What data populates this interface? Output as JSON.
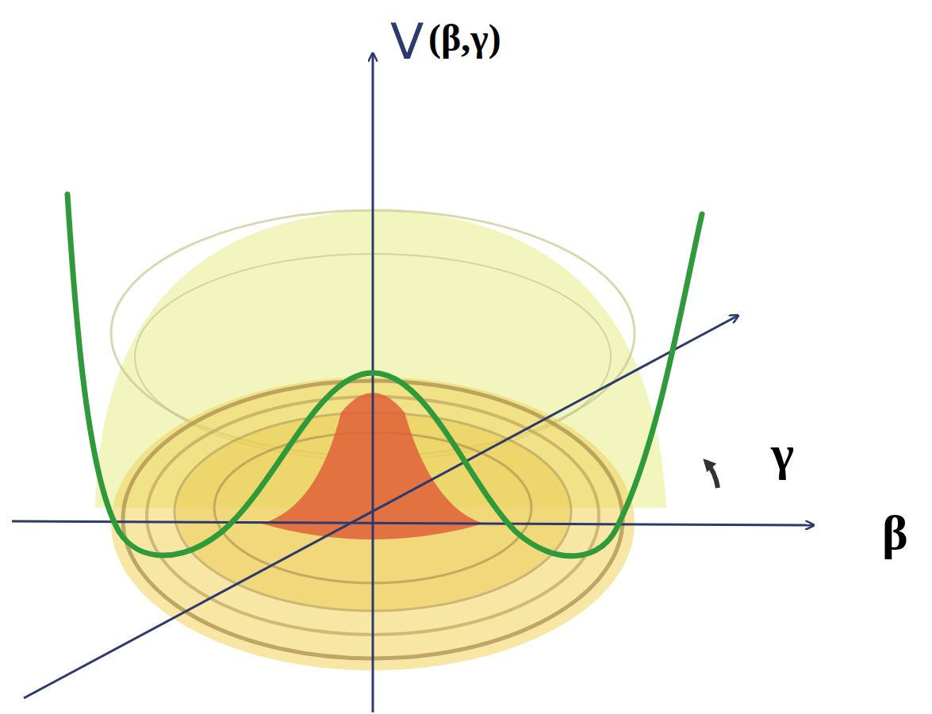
{
  "diagram": {
    "labels": [
      "V",
      "(β,γ)",
      "γ",
      "β"
    ]
  }
}
